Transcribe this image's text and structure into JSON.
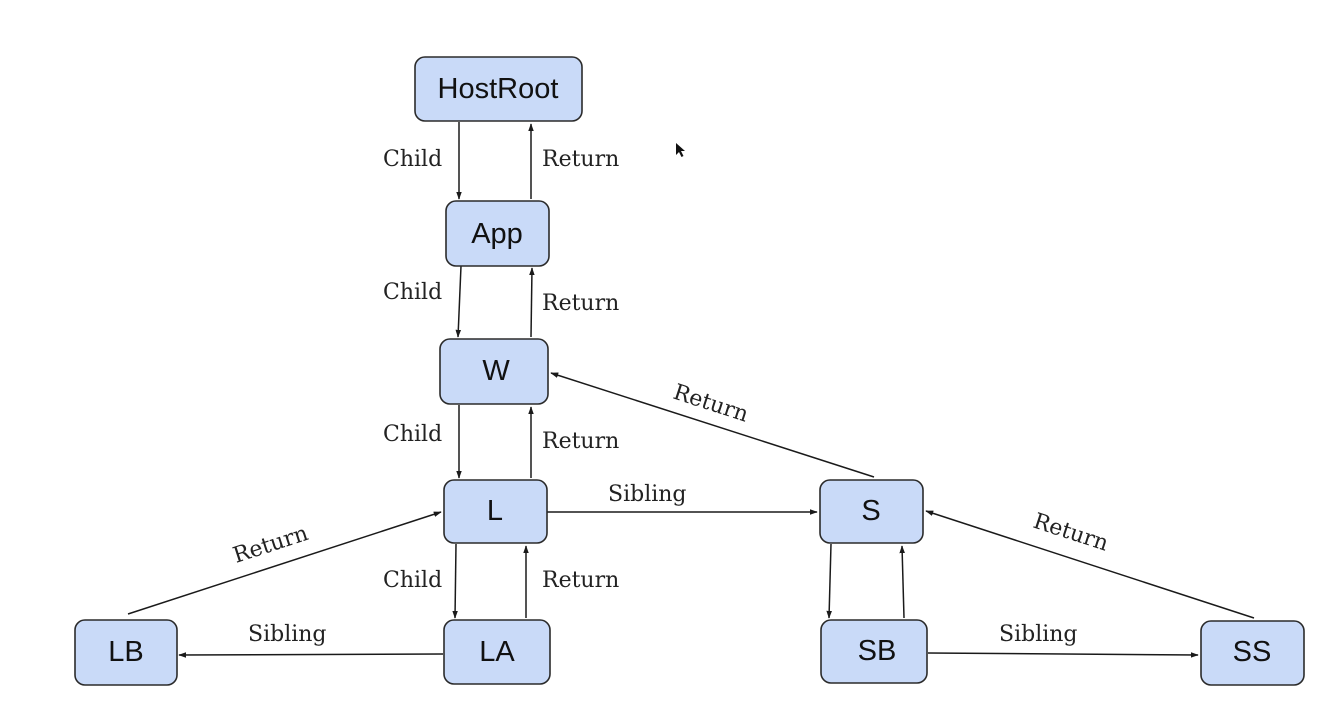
{
  "nodes": {
    "hostroot": "HostRoot",
    "app": "App",
    "w": "W",
    "l": "L",
    "s": "S",
    "lb": "LB",
    "la": "LA",
    "sb": "SB",
    "ss": "SS"
  },
  "edges": {
    "hostroot_app_child": "Child",
    "app_hostroot_return": "Return",
    "app_w_child": "Child",
    "w_app_return": "Return",
    "w_l_child": "Child",
    "l_w_return": "Return",
    "s_w_return": "Return",
    "l_s_sibling": "Sibling",
    "lb_l_return": "Return",
    "l_la_child": "Child",
    "la_l_return": "Return",
    "la_lb_sibling": "Sibling",
    "ss_s_return": "Return",
    "sb_ss_sibling": "Sibling"
  },
  "colors": {
    "node_fill": "#c9daf8",
    "node_stroke": "#2b2b2b",
    "edge": "#1a1a1a"
  },
  "icons": {
    "cursor": "mouse-pointer-icon"
  }
}
